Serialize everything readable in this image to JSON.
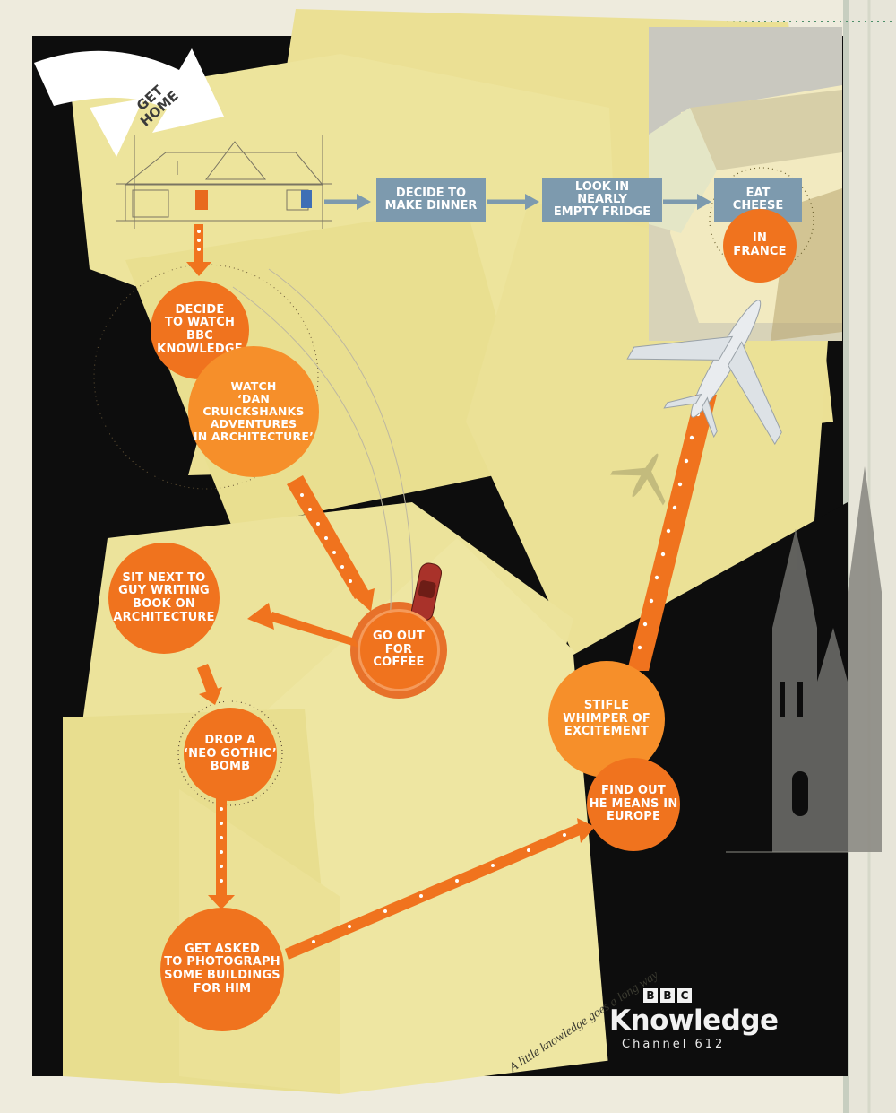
{
  "header": {
    "get_home": "GET\nHOME"
  },
  "flow": {
    "decide_dinner": "DECIDE TO\nMAKE DINNER",
    "look_fridge": "LOOK IN NEARLY\nEMPTY FRIDGE",
    "eat_cheese": "EAT\nCHEESE",
    "in_france": "IN\nFRANCE",
    "decide_watch": "DECIDE\nTO WATCH\nBBC\nKNOWLEDGE",
    "watch_show": "WATCH\n‘DAN CRUICKSHANKS\nADVENTURES\nIN ARCHITECTURE’",
    "go_coffee": "GO OUT\nFOR COFFEE",
    "sit_next": "SIT NEXT TO\nGUY WRITING\nBOOK ON\nARCHITECTURE",
    "drop_bomb": "DROP A\n‘NEO GOTHIC’\nBOMB",
    "get_asked": "GET ASKED\nTO PHOTOGRAPH\nSOME BUILDINGS\nFOR HIM",
    "find_out": "FIND OUT\nHE MEANS IN\nEUROPE",
    "stifle": "STIFLE\nWHIMPER OF\nEXCITEMENT"
  },
  "footer": {
    "tagline": "A little knowledge goes a long way",
    "bbc_letters": [
      "B",
      "B",
      "C"
    ],
    "brand": "Knowledge",
    "channel": "Channel 612"
  },
  "colors": {
    "paper": "#ede39a",
    "black": "#0d0d0d",
    "orange": "#f0731e",
    "light_orange": "#f68f2a",
    "blue_box": "#7d9aae",
    "background": "#eeebdd"
  },
  "icons": [
    "curved-arrow-icon",
    "house-sketch-icon",
    "cheese-photo",
    "airplane-icon",
    "car-icon",
    "cathedral-icon"
  ]
}
